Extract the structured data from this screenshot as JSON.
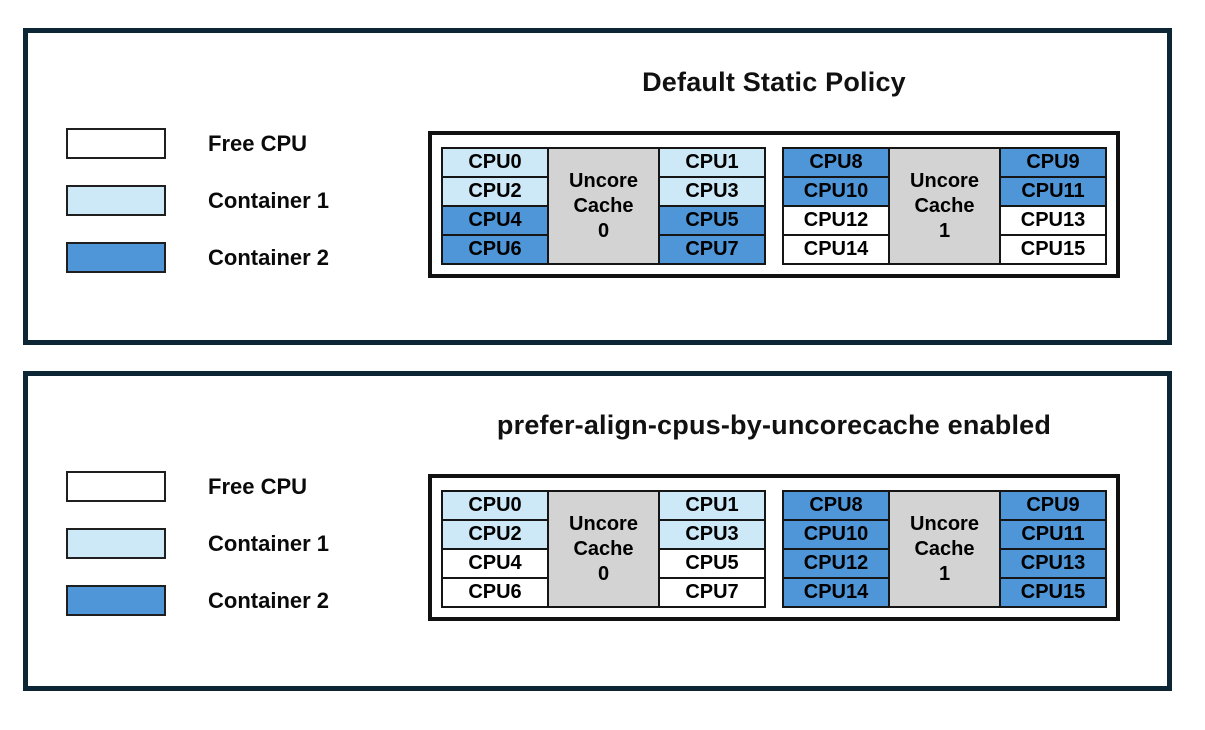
{
  "colors": {
    "free": "#ffffff",
    "container1": "#cde8f7",
    "container2": "#4f96d8",
    "cache_gray": "#d3d3d3",
    "panel_border": "#0d2636",
    "box_border": "#111111"
  },
  "legend": {
    "items": [
      {
        "label": "Free CPU",
        "color_key": "free"
      },
      {
        "label": "Container 1",
        "color_key": "container1"
      },
      {
        "label": "Container 2",
        "color_key": "container2"
      }
    ]
  },
  "panels": [
    {
      "title": "Default Static Policy",
      "clusters": [
        {
          "cache_label": "Uncore\nCache\n0",
          "left_cpus": [
            {
              "label": "CPU0",
              "state": "container1"
            },
            {
              "label": "CPU2",
              "state": "container1"
            },
            {
              "label": "CPU4",
              "state": "container2"
            },
            {
              "label": "CPU6",
              "state": "container2"
            }
          ],
          "right_cpus": [
            {
              "label": "CPU1",
              "state": "container1"
            },
            {
              "label": "CPU3",
              "state": "container1"
            },
            {
              "label": "CPU5",
              "state": "container2"
            },
            {
              "label": "CPU7",
              "state": "container2"
            }
          ]
        },
        {
          "cache_label": "Uncore\nCache\n1",
          "left_cpus": [
            {
              "label": "CPU8",
              "state": "container2"
            },
            {
              "label": "CPU10",
              "state": "container2"
            },
            {
              "label": "CPU12",
              "state": "free"
            },
            {
              "label": "CPU14",
              "state": "free"
            }
          ],
          "right_cpus": [
            {
              "label": "CPU9",
              "state": "container2"
            },
            {
              "label": "CPU11",
              "state": "container2"
            },
            {
              "label": "CPU13",
              "state": "free"
            },
            {
              "label": "CPU15",
              "state": "free"
            }
          ]
        }
      ]
    },
    {
      "title": "prefer-align-cpus-by-uncorecache enabled",
      "clusters": [
        {
          "cache_label": "Uncore\nCache\n0",
          "left_cpus": [
            {
              "label": "CPU0",
              "state": "container1"
            },
            {
              "label": "CPU2",
              "state": "container1"
            },
            {
              "label": "CPU4",
              "state": "free"
            },
            {
              "label": "CPU6",
              "state": "free"
            }
          ],
          "right_cpus": [
            {
              "label": "CPU1",
              "state": "container1"
            },
            {
              "label": "CPU3",
              "state": "container1"
            },
            {
              "label": "CPU5",
              "state": "free"
            },
            {
              "label": "CPU7",
              "state": "free"
            }
          ]
        },
        {
          "cache_label": "Uncore\nCache\n1",
          "left_cpus": [
            {
              "label": "CPU8",
              "state": "container2"
            },
            {
              "label": "CPU10",
              "state": "container2"
            },
            {
              "label": "CPU12",
              "state": "container2"
            },
            {
              "label": "CPU14",
              "state": "container2"
            }
          ],
          "right_cpus": [
            {
              "label": "CPU9",
              "state": "container2"
            },
            {
              "label": "CPU11",
              "state": "container2"
            },
            {
              "label": "CPU13",
              "state": "container2"
            },
            {
              "label": "CPU15",
              "state": "container2"
            }
          ]
        }
      ]
    }
  ]
}
